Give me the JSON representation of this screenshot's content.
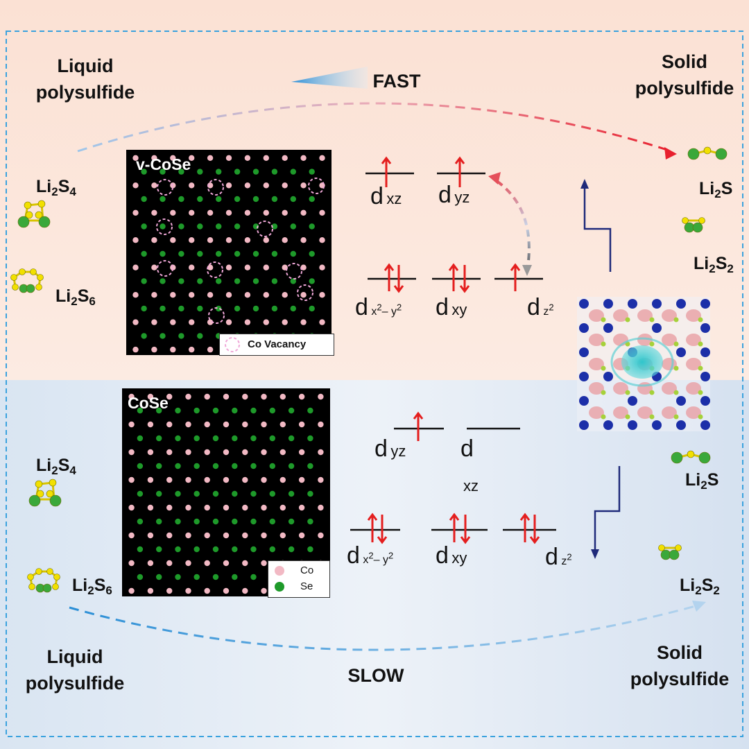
{
  "speed": {
    "fast": "FAST",
    "slow": "SLOW"
  },
  "phases": {
    "top_left": [
      "Liquid",
      "polysulfide"
    ],
    "top_right": [
      "Solid",
      "polysulfide"
    ],
    "bottom_left": [
      "Liquid",
      "polysulfide"
    ],
    "bottom_right": [
      "Solid",
      "polysulfide"
    ]
  },
  "species": {
    "li2s4": {
      "a": "Li",
      "s1": "2",
      "b": "S",
      "s2": "4"
    },
    "li2s6": {
      "a": "Li",
      "s1": "2",
      "b": "S",
      "s2": "6"
    },
    "li2s": {
      "a": "Li",
      "s1": "2",
      "b": "S"
    },
    "li2s2": {
      "a": "Li",
      "s1": "2",
      "b": "S",
      "s2": "2"
    }
  },
  "crystals": {
    "top": {
      "title": "v-CoSe",
      "legend": "Co Vacancy"
    },
    "bottom": {
      "title": "CoSe",
      "legend_co": "Co",
      "legend_se": "Se"
    }
  },
  "orbitals": {
    "d": "d",
    "xz": "xz",
    "yz": "yz",
    "xy": "xy",
    "x2y2_a": "x",
    "x2y2_b": "2",
    "x2y2_c": "– y",
    "x2y2_d": "2",
    "z2_a": "z",
    "z2_b": "2"
  },
  "colors": {
    "top_bg": "#fbe6dc",
    "bottom_bg": "#dfe8f4",
    "co_atom": "#f2b9c4",
    "se_atom": "#1e9a2a",
    "spin_arrow": "#e41e1e",
    "axis_arrow": "#1f2a7a",
    "fast_arrow": "#e8323c",
    "slow_arrow": "#5aa6dc"
  }
}
